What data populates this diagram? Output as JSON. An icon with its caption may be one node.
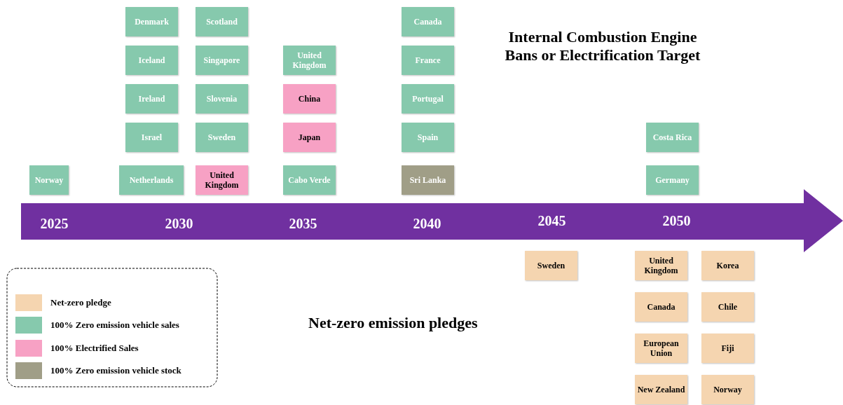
{
  "diagram": {
    "nodes": [
      {
        "text": [
          "Norway"
        ]
      },
      {
        "text": [
          "Denmark"
        ]
      },
      {
        "text": [
          "Iceland"
        ]
      },
      {
        "text": [
          "Ireland"
        ]
      },
      {
        "text": [
          "Israel"
        ]
      },
      {
        "text": [
          "Netherlands"
        ]
      },
      {
        "text": [
          "Scotland"
        ]
      },
      {
        "text": [
          "Singapore"
        ]
      },
      {
        "text": [
          "Slovenia"
        ]
      },
      {
        "text": [
          "Sweden"
        ]
      },
      {
        "text": [
          "United Kingdom"
        ]
      },
      {
        "text": [
          "United Kingdom"
        ]
      },
      {
        "text": [
          "China"
        ]
      },
      {
        "text": [
          "Japan"
        ]
      },
      {
        "text": [
          "Cabo Verde"
        ]
      },
      {
        "text": [
          "Canada"
        ]
      },
      {
        "text": [
          "France"
        ]
      },
      {
        "text": [
          "Portugal"
        ]
      },
      {
        "text": [
          "Spain"
        ]
      },
      {
        "text": [
          "Sri Lanka"
        ]
      },
      {
        "text": [
          "Costa Rica"
        ]
      },
      {
        "text": [
          "Germany"
        ]
      },
      {
        "text": [
          "Sweden"
        ]
      },
      {
        "text": [
          "United Kingdom"
        ]
      },
      {
        "text": [
          "Korea"
        ]
      },
      {
        "text": [
          "Canada"
        ]
      },
      {
        "text": [
          "Chile"
        ]
      },
      {
        "text": [
          "European Union"
        ]
      },
      {
        "text": [
          "Fiji"
        ]
      },
      {
        "text": [
          "New Zealand"
        ]
      },
      {
        "text": [
          "Norway"
        ]
      }
    ],
    "labels": [
      "Internal Combustion Engine Bans or Electrification Target",
      "2025",
      "2030",
      "2035",
      "2040",
      "2045",
      "2050",
      "Net-zero emission pledges"
    ],
    "legend": [
      {
        "text": "Net-zero pledge",
        "color": "#f5d5b0"
      },
      {
        "text": "100% Zero emission vehicle sales",
        "color": "#86c9ad"
      },
      {
        "text": "100% Electrified Sales",
        "color": "#f7a1c4"
      },
      {
        "text": "100% Zero emission vehicle stock",
        "color": "#a09e87"
      }
    ]
  }
}
